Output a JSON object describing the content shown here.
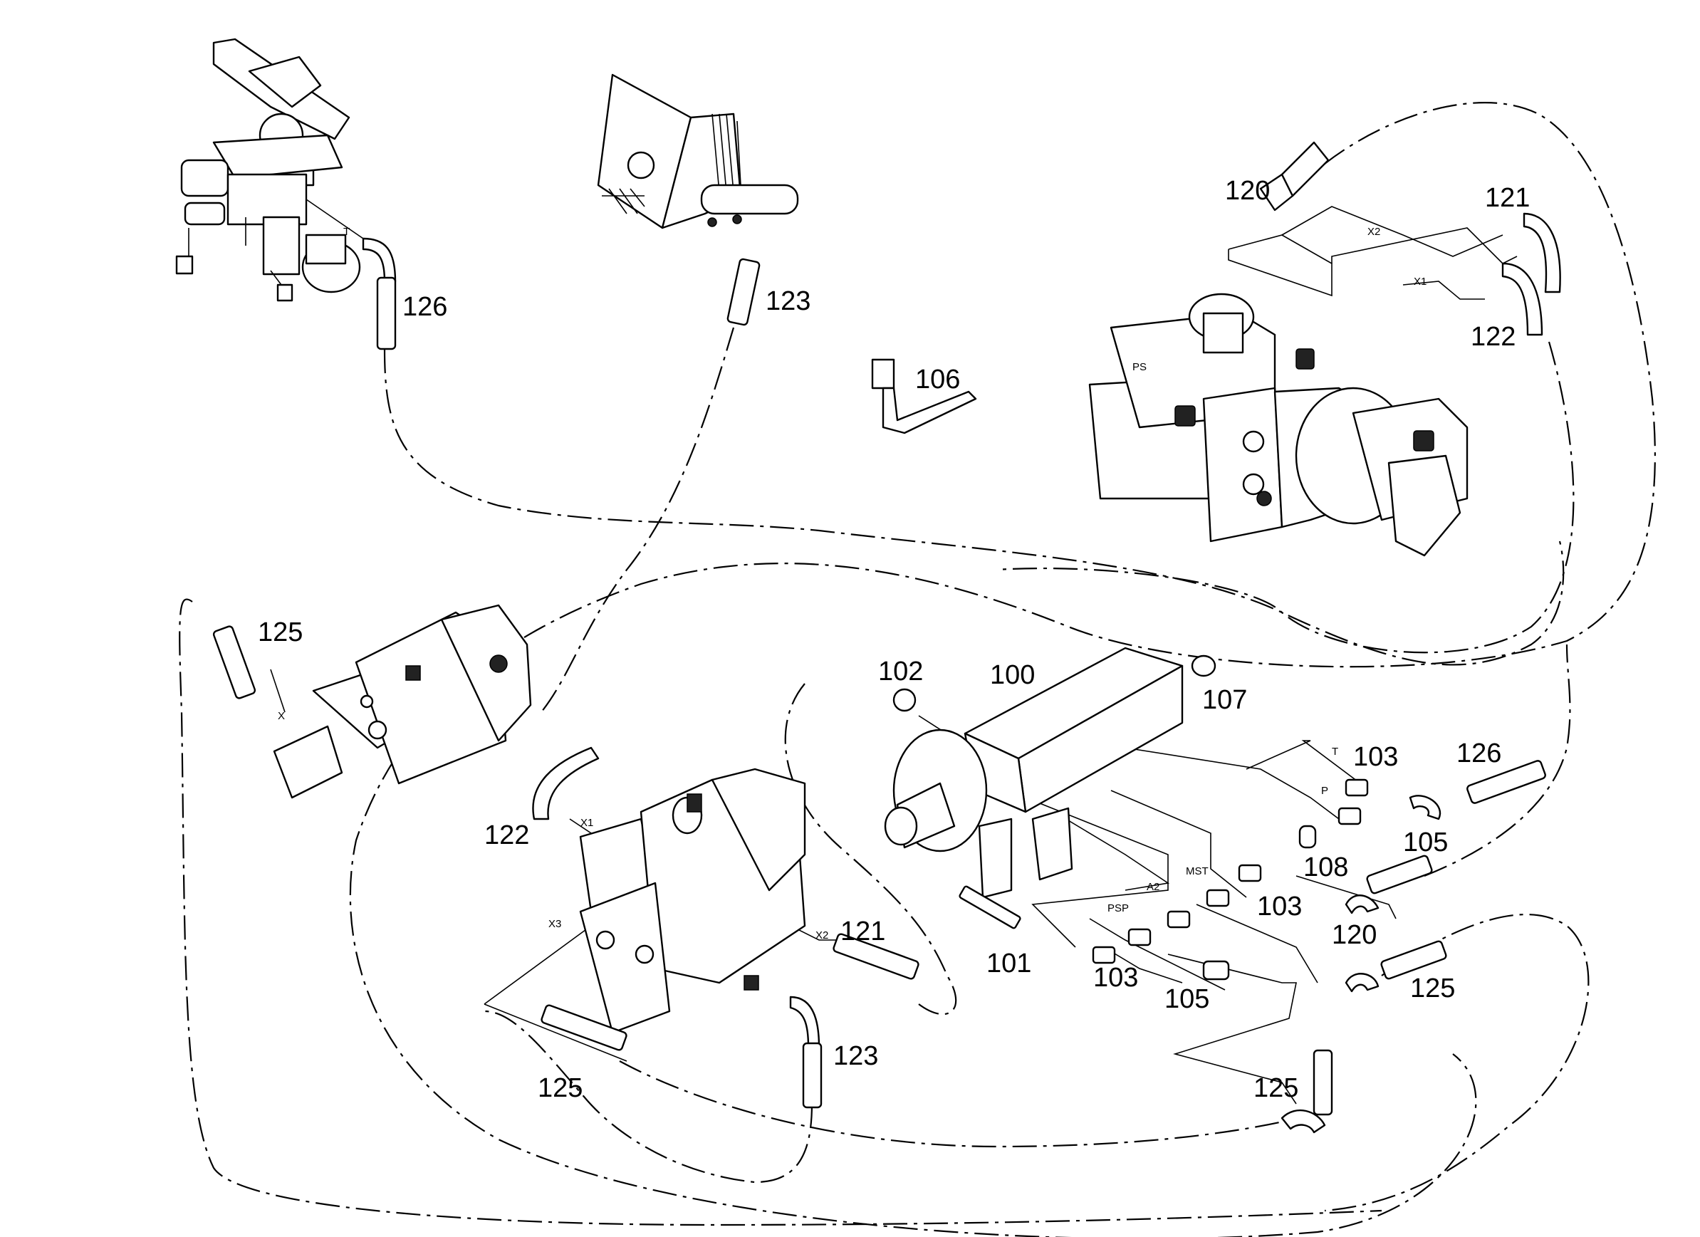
{
  "diagram": {
    "part_numbers": {
      "p100": "100",
      "p101": "101",
      "p102": "102",
      "p103a": "103",
      "p103b": "103",
      "p103c": "103",
      "p105a": "105",
      "p105b": "105",
      "p106": "106",
      "p107": "107",
      "p108": "108",
      "p120a": "120",
      "p120b": "120",
      "p121a": "121",
      "p121b": "121",
      "p122a": "122",
      "p122b": "122",
      "p123a": "123",
      "p123b": "123",
      "p125a": "125",
      "p125b": "125",
      "p125c": "125",
      "p125d": "125",
      "p126a": "126",
      "p126b": "126"
    },
    "port_labels": {
      "t_valve": "T",
      "x2": "X2",
      "x1": "X1",
      "ps": "PS",
      "x_motor": "X",
      "x1_motor": "X1",
      "x2_motor": "X2",
      "x3_motor": "X3",
      "t_block": "T",
      "p_block": "P",
      "mst": "MST",
      "a2": "A2",
      "psp": "PSP"
    }
  }
}
